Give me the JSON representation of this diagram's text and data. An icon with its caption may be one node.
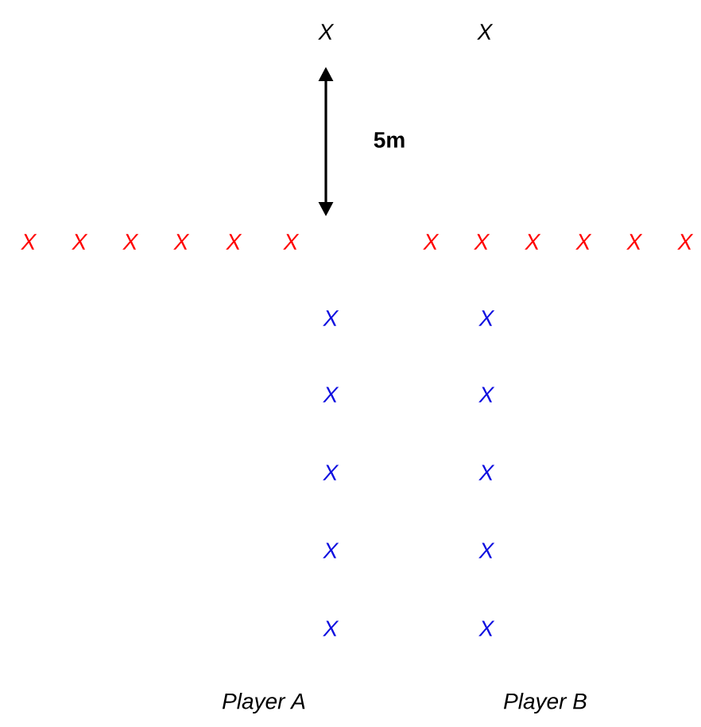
{
  "diagram": {
    "labels": [
      "X",
      "X",
      "5m",
      "X",
      "X",
      "X",
      "X",
      "X",
      "X",
      "X",
      "X",
      "X",
      "X",
      "X",
      "X",
      "X",
      "X",
      "X",
      "X",
      "X",
      "X",
      "X",
      "X",
      "X",
      "X",
      "Player A",
      "Player B"
    ]
  }
}
